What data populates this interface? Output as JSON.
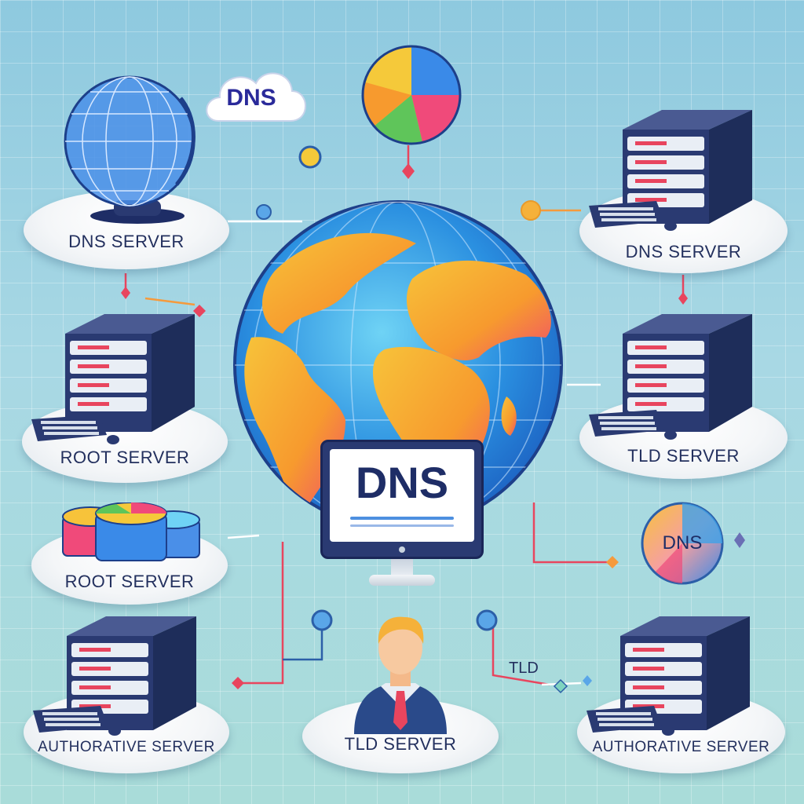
{
  "nodes": {
    "dns_server_left": "DNS SERVER",
    "dns_server_right": "DNS SERVER",
    "root_server_1": "ROOT SERVER",
    "root_server_2": "ROOT SERVER",
    "tld_server_right": "TLD SERVER",
    "tld_server_bottom": "TLD SERVER",
    "authoritative_left": "AUTHORATIVE SERVER",
    "authoritative_right": "AUTHORATIVE SERVER"
  },
  "cloud_label": "DNS",
  "monitor_label": "DNS",
  "badge_label": "DNS",
  "tld_tag": "TLD",
  "colors": {
    "line_red": "#e8455e",
    "line_orange": "#f59a3c",
    "server_body": "#3a4a7a",
    "text": "#23305e"
  }
}
